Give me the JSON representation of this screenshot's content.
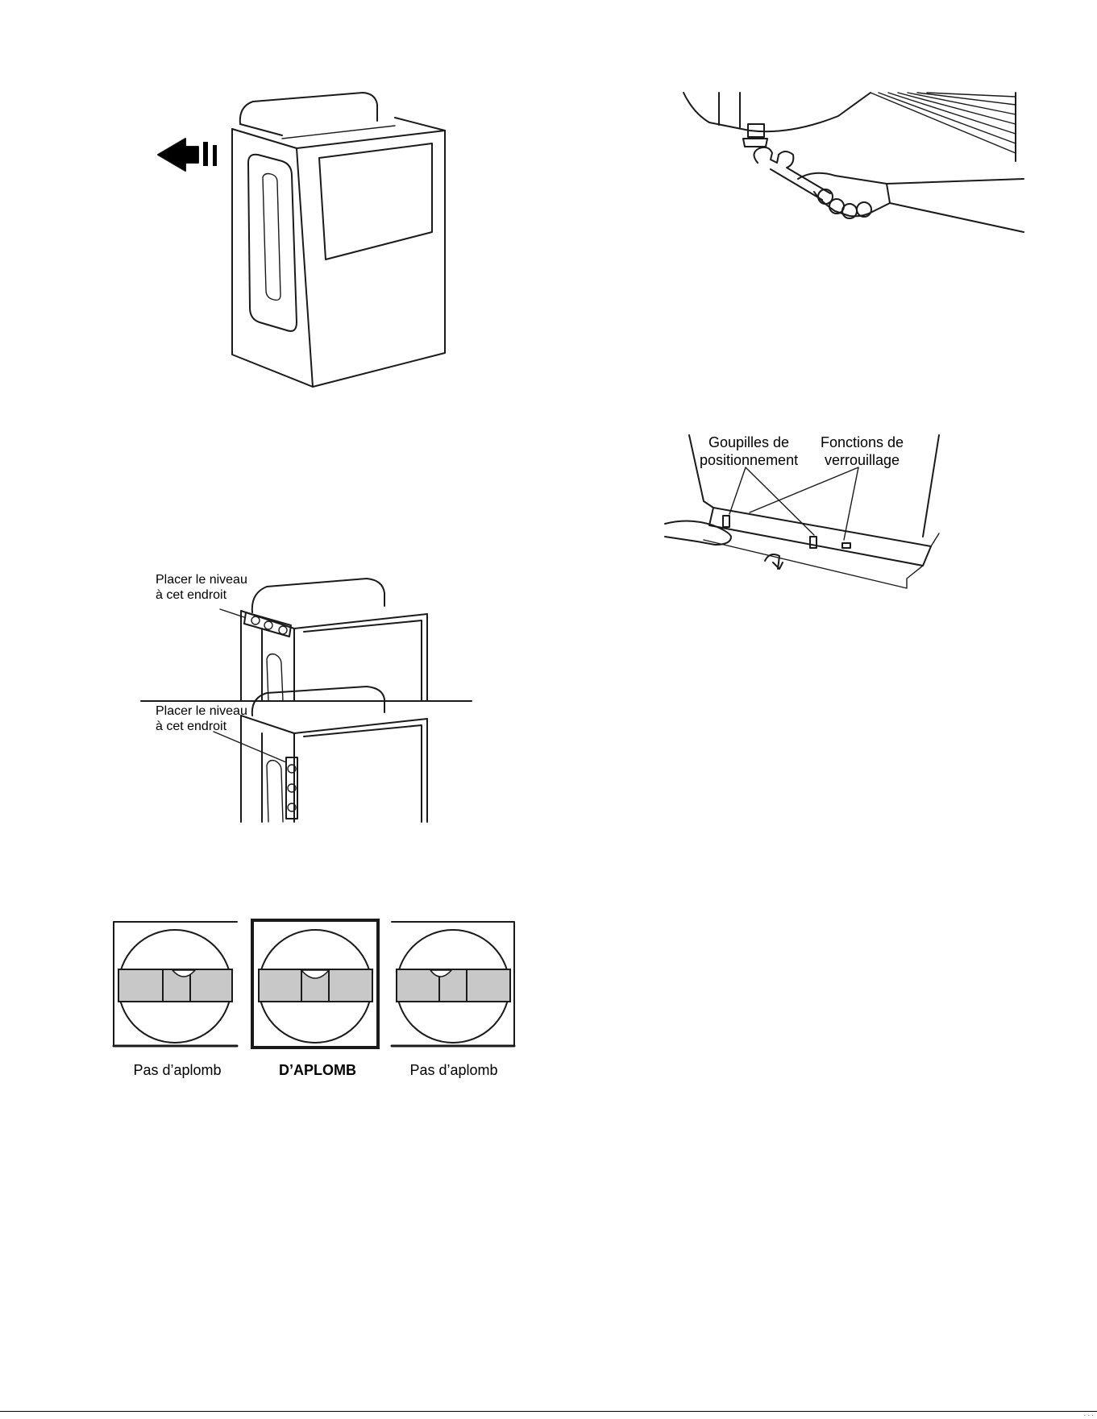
{
  "figures": {
    "level_placement": {
      "label_top": "Placer le niveau\nà cet endroit",
      "label_bottom": "Placer le niveau\nà cet endroit"
    },
    "level_states": [
      {
        "caption": "Pas d’aplomb",
        "bubble": "right",
        "highlighted": false
      },
      {
        "caption": "D’APLOMB",
        "bubble": "center",
        "highlighted": true
      },
      {
        "caption": "Pas d’aplomb",
        "bubble": "left",
        "highlighted": false
      }
    ],
    "toe_kick": {
      "label_pins": "Goupilles de\npositionnement",
      "label_locks": "Fonctions de\nverrouillage"
    }
  },
  "footer": {
    "mark": "· · ·"
  }
}
